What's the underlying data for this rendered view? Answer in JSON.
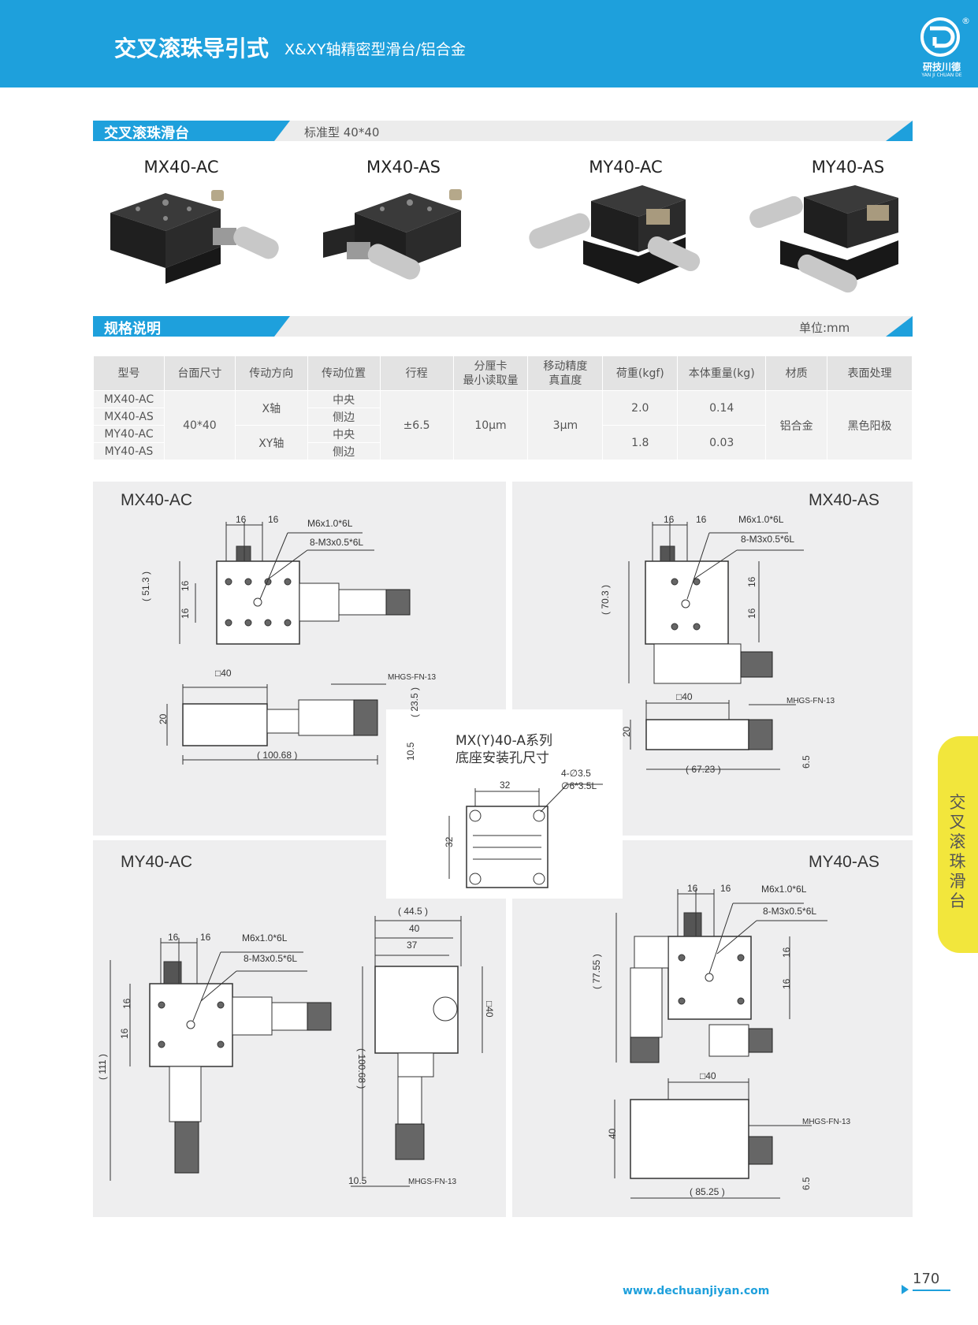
{
  "header": {
    "title": "交叉滚珠导引式",
    "subtitle": "X&XY轴精密型滑台/铝合金",
    "logo_cn": "研技川德",
    "logo_en": "YAN JI CHUAN DE",
    "logo_reg": "®"
  },
  "section1": {
    "tag": "交叉滚珠滑台",
    "note": "标准型 40*40"
  },
  "models": [
    "MX40-AC",
    "MX40-AS",
    "MY40-AC",
    "MY40-AS"
  ],
  "section2": {
    "tag": "规格说明",
    "note": "单位:mm"
  },
  "table": {
    "headers": [
      "型号",
      "台面尺寸",
      "传动方向",
      "传动位置",
      "行程",
      "分厘卡\n最小读取量",
      "移动精度\n真直度",
      "荷重(kgf)",
      "本体重量(kg)",
      "材质",
      "表面处理"
    ],
    "h_model": "型号",
    "h_size": "台面尺寸",
    "h_dir": "传动方向",
    "h_pos": "传动位置",
    "h_stroke": "行程",
    "h_mic1": "分厘卡",
    "h_mic2": "最小读取量",
    "h_acc1": "移动精度",
    "h_acc2": "真直度",
    "h_load": "荷重(kgf)",
    "h_weight": "本体重量(kg)",
    "h_mat": "材质",
    "h_surf": "表面处理",
    "rows": [
      "MX40-AC",
      "MX40-AS",
      "MY40-AC",
      "MY40-AS"
    ],
    "size": "40*40",
    "dir_x": "X轴",
    "dir_xy": "XY轴",
    "pos_c": "中央",
    "pos_s": "侧边",
    "stroke": "±6.5",
    "mic": "10μm",
    "acc": "3μm",
    "load_x": "2.0",
    "load_xy": "1.8",
    "weight_x": "0.14",
    "weight_xy": "0.03",
    "material": "铝合金",
    "surface": "黑色阳极"
  },
  "drawings": {
    "mx_ac": {
      "name": "MX40-AC",
      "d16a": "16",
      "d16b": "16",
      "thread1": "M6x1.0*6L",
      "thread2": "8-M3x0.5*6L",
      "h513": "( 51.3 )",
      "v16a": "16",
      "v16b": "16",
      "sq40": "□40",
      "mhgs": "MHGS-FN-13",
      "h20": "20",
      "len": "( 100.68 )",
      "h235": "( 23.5 )",
      "h105": "10.5"
    },
    "mx_as": {
      "name": "MX40-AS",
      "d16a": "16",
      "d16b": "16",
      "thread1": "M6x1.0*6L",
      "thread2": "8-M3x0.5*6L",
      "h703": "( 70.3 )",
      "v16a": "16",
      "v16b": "16",
      "sq40": "□40",
      "mhgs": "MHGS-FN-13",
      "h20": "20",
      "len": "( 67.23 )",
      "h65": "6.5"
    },
    "base": {
      "title1": "MX(Y)40-A系列",
      "title2": "底座安装孔尺寸",
      "holes1": "4-∅3.5",
      "holes2": "∅6*3.5L",
      "w32": "32",
      "h32": "32"
    },
    "my_ac": {
      "name": "MY40-AC",
      "d16a": "16",
      "d16b": "16",
      "thread1": "M6x1.0*6L",
      "thread2": "8-M3x0.5*6L",
      "v16a": "16",
      "v16b": "16",
      "h111": "( 111 )",
      "w445": "( 44.5 )",
      "w40": "40",
      "w37": "37",
      "sq40": "□40",
      "h10068": "( 100.68 )",
      "h105": "10.5",
      "mhgs": "MHGS-FN-13"
    },
    "my_as": {
      "name": "MY40-AS",
      "d16a": "16",
      "d16b": "16",
      "thread1": "M6x1.0*6L",
      "thread2": "8-M3x0.5*6L",
      "v16a": "16",
      "v16b": "16",
      "h7755": "( 77.55 )",
      "sq40": "□40",
      "mhgs": "MHGS-FN-13",
      "h40": "40",
      "len": "( 85.25 )",
      "h65": "6.5"
    }
  },
  "side_tab": "交叉滚珠滑台",
  "footer": {
    "url": "www.dechuanjiyan.com",
    "page": "170"
  },
  "colors": {
    "brand": "#1ea0dc",
    "tab": "#f2e63c",
    "panel": "#eeeeef"
  }
}
